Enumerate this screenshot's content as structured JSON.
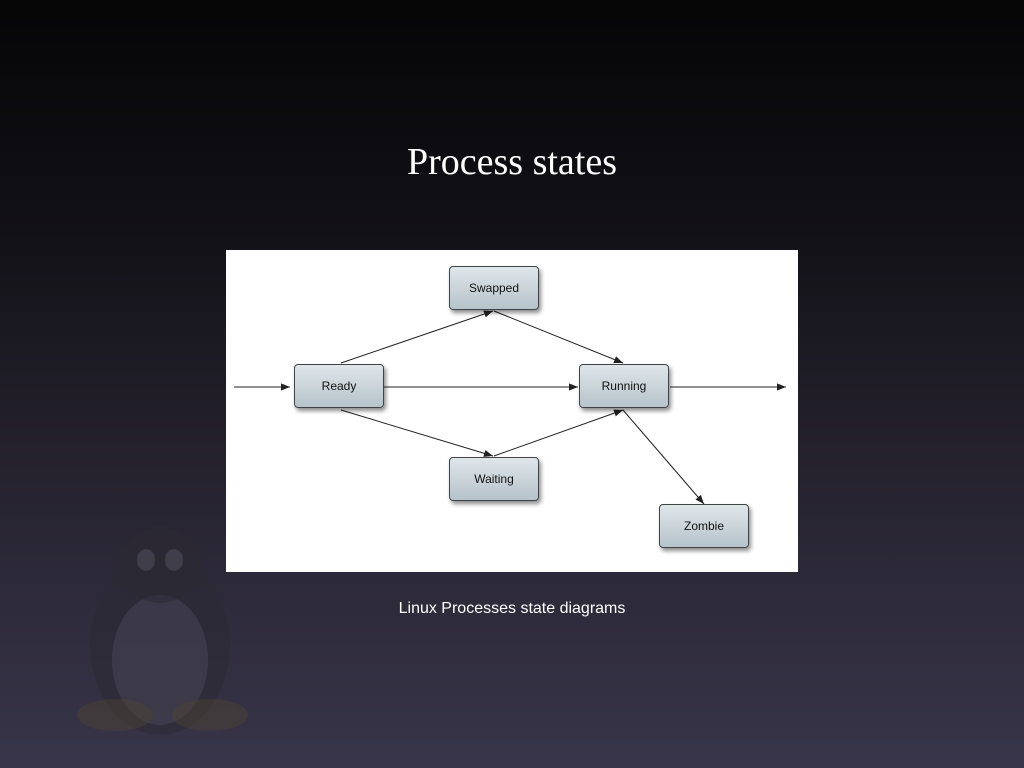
{
  "slide": {
    "title": "Process states",
    "caption": "Linux Processes state diagrams"
  },
  "diagram": {
    "nodes": {
      "swapped": "Swapped",
      "ready": "Ready",
      "running": "Running",
      "waiting": "Waiting",
      "zombie": "Zombie"
    },
    "edges": [
      {
        "from": "entry",
        "to": "ready"
      },
      {
        "from": "ready",
        "to": "swapped"
      },
      {
        "from": "swapped",
        "to": "running"
      },
      {
        "from": "ready",
        "to": "running"
      },
      {
        "from": "ready",
        "to": "waiting"
      },
      {
        "from": "waiting",
        "to": "running"
      },
      {
        "from": "running",
        "to": "zombie"
      },
      {
        "from": "running",
        "to": "exit"
      }
    ]
  },
  "colors": {
    "node_border": "#3e4448",
    "arrow": "#222222"
  }
}
